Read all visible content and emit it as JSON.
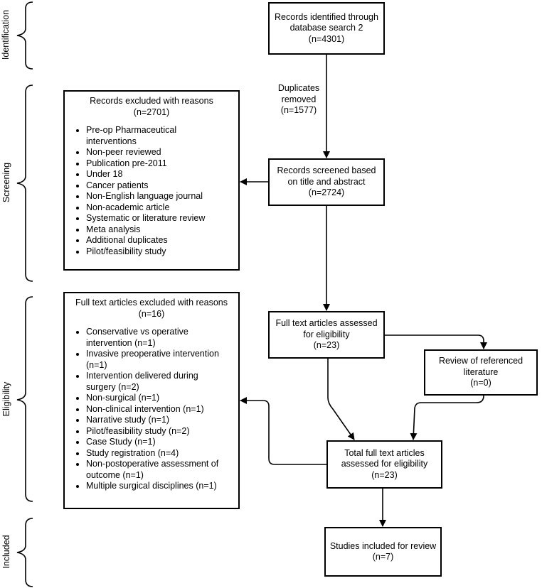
{
  "stages": [
    "Identification",
    "Screening",
    "Eligibility",
    "Included"
  ],
  "boxes": {
    "identified": [
      "Records identified through",
      "database search 2",
      "(n=4301)"
    ],
    "screened": [
      "Records screened based",
      "on title and abstract",
      "(n=2724)"
    ],
    "fulltext": [
      "Full text articles assessed",
      "for eligibility",
      "(n=23)"
    ],
    "referenced": [
      "Review of referenced",
      "literature",
      "(n=0)"
    ],
    "total": [
      "Total full text articles",
      "assessed for eligibility",
      "(n=23)"
    ],
    "included": [
      "Studies included for review",
      "(n=7)"
    ]
  },
  "duplicates": [
    "Duplicates",
    "removed",
    "(n=1577)"
  ],
  "excluded_records": {
    "header": [
      "Records excluded with reasons",
      "(n=2701)"
    ],
    "items": [
      [
        "Pre-op Pharmaceutical",
        "interventions"
      ],
      [
        "Non-peer reviewed"
      ],
      [
        "Publication pre-2011"
      ],
      [
        "Under 18"
      ],
      [
        "Cancer patients"
      ],
      [
        "Non-English language journal"
      ],
      [
        "Non-academic article"
      ],
      [
        "Systematic or literature review"
      ],
      [
        "Meta analysis"
      ],
      [
        "Additional duplicates"
      ],
      [
        "Pilot/feasibility study"
      ]
    ]
  },
  "excluded_fulltext": {
    "header": [
      "Full text articles excluded with reasons",
      "(n=16)"
    ],
    "items": [
      [
        "Conservative vs operative",
        "intervention (n=1)"
      ],
      [
        "Invasive preoperative intervention",
        "(n=1)"
      ],
      [
        "Intervention delivered during",
        "surgery (n=2)"
      ],
      [
        "Non-surgical (n=1)"
      ],
      [
        "Non-clinical intervention (n=1)"
      ],
      [
        "Narrative study (n=1)"
      ],
      [
        "Pilot/feasibility study (n=2)"
      ],
      [
        "Case Study (n=1)"
      ],
      [
        "Study registration (n=4)"
      ],
      [
        "Non-postoperative assessment of",
        "outcome (n=1)"
      ],
      [
        "Multiple surgical disciplines (n=1)"
      ]
    ]
  }
}
